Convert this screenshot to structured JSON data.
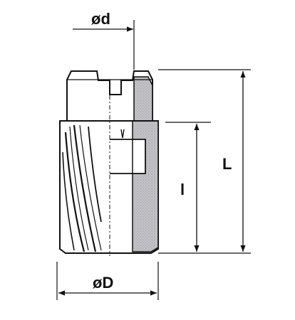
{
  "labels": {
    "bore_diameter": "ød",
    "outer_diameter": "øD",
    "total_length": "L",
    "fluted_length": "l"
  },
  "colors": {
    "line": "#111111",
    "section_fill": "#c4c4c8",
    "body_fill": "#ffffff"
  }
}
